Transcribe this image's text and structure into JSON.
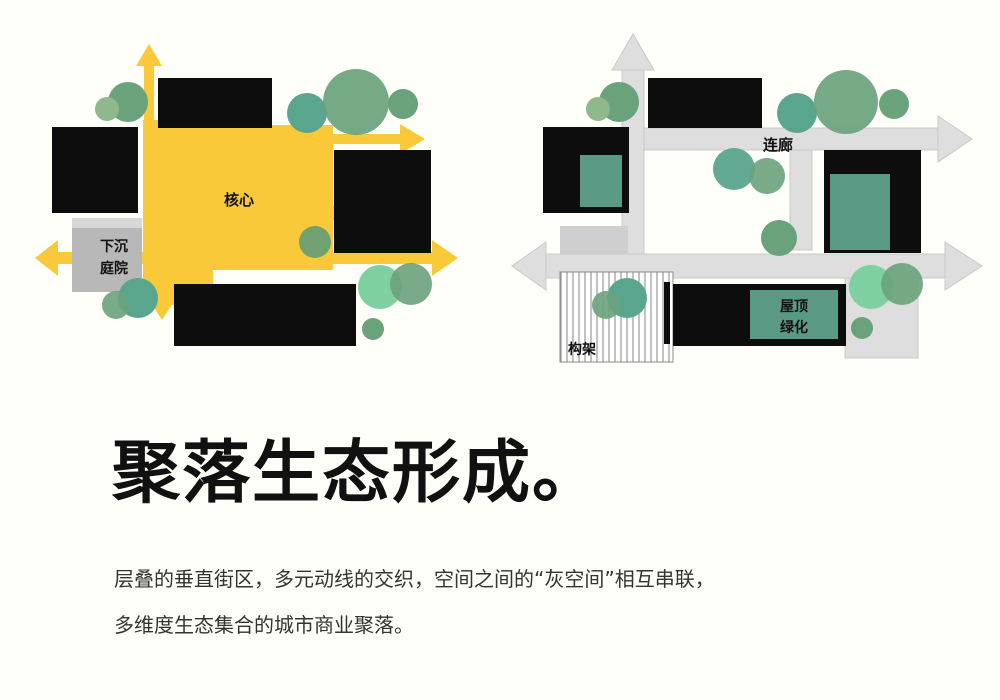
{
  "diagram_left": {
    "core_label": "核心",
    "sunken_label_1": "下沉",
    "sunken_label_2": "庭院"
  },
  "diagram_right": {
    "corridor_label": "连廊",
    "pergola_label": "构架",
    "roof_label_1": "屋顶",
    "roof_label_2": "绿化"
  },
  "text": {
    "title": "聚落生态形成。",
    "line1": "层叠的垂直街区，多元动线的交织，空间之间的“灰空间”相互串联，",
    "line2": "多维度生态集合的城市商业聚落。"
  },
  "colors": {
    "yellow": "#f9c93a",
    "black": "#0d0d0d",
    "gray_path": "#dcdcdc",
    "teal": "#5aa58e",
    "green": "#6aa27c"
  }
}
